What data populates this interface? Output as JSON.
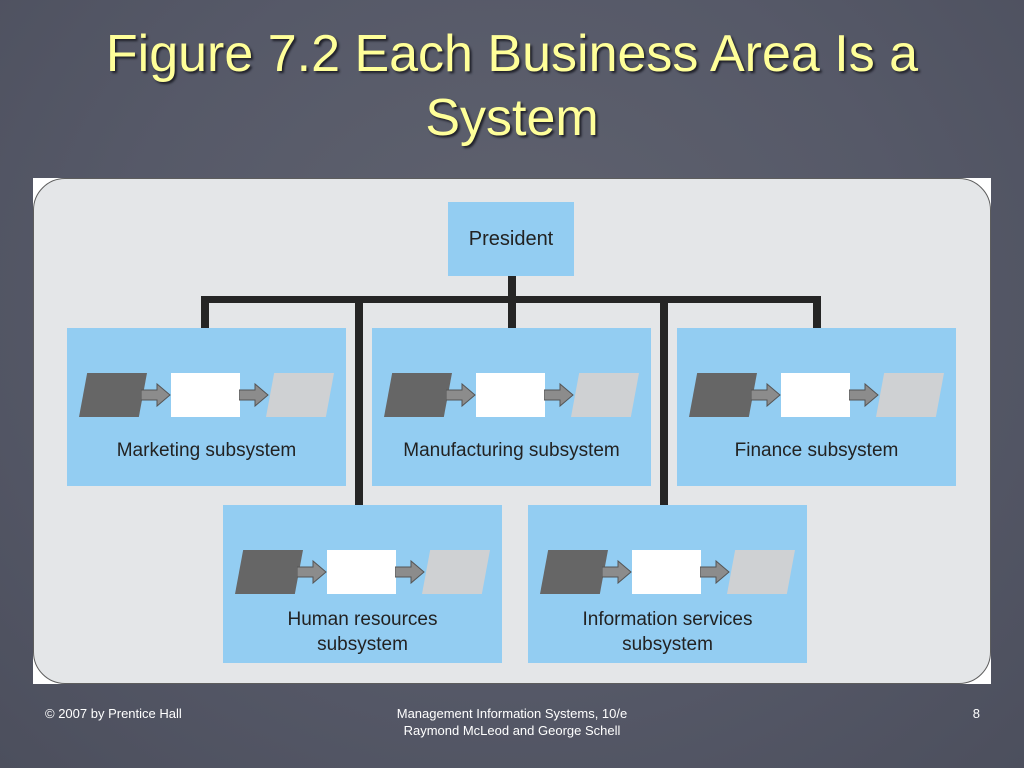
{
  "slide": {
    "title": "Figure 7.2 Each Business Area Is a System"
  },
  "diagram": {
    "president": "President",
    "subsystems": [
      {
        "line1": "Marketing subsystem",
        "line2": ""
      },
      {
        "line1": "Manufacturing subsystem",
        "line2": ""
      },
      {
        "line1": "Finance subsystem",
        "line2": ""
      },
      {
        "line1": "Human resources",
        "line2": "subsystem"
      },
      {
        "line1": "Information services",
        "line2": "subsystem"
      }
    ]
  },
  "footer": {
    "copyright": "© 2007 by Prentice Hall",
    "book_line1": "Management Information Systems, 10/e",
    "book_line2": "Raymond McLeod and George Schell",
    "page_number": "8"
  },
  "colors": {
    "background": "#585b6b",
    "title": "#ffff99",
    "box_fill": "#93cdf2",
    "input_shape": "#666666",
    "output_shape": "#cfd1d3",
    "connector": "#252525"
  }
}
